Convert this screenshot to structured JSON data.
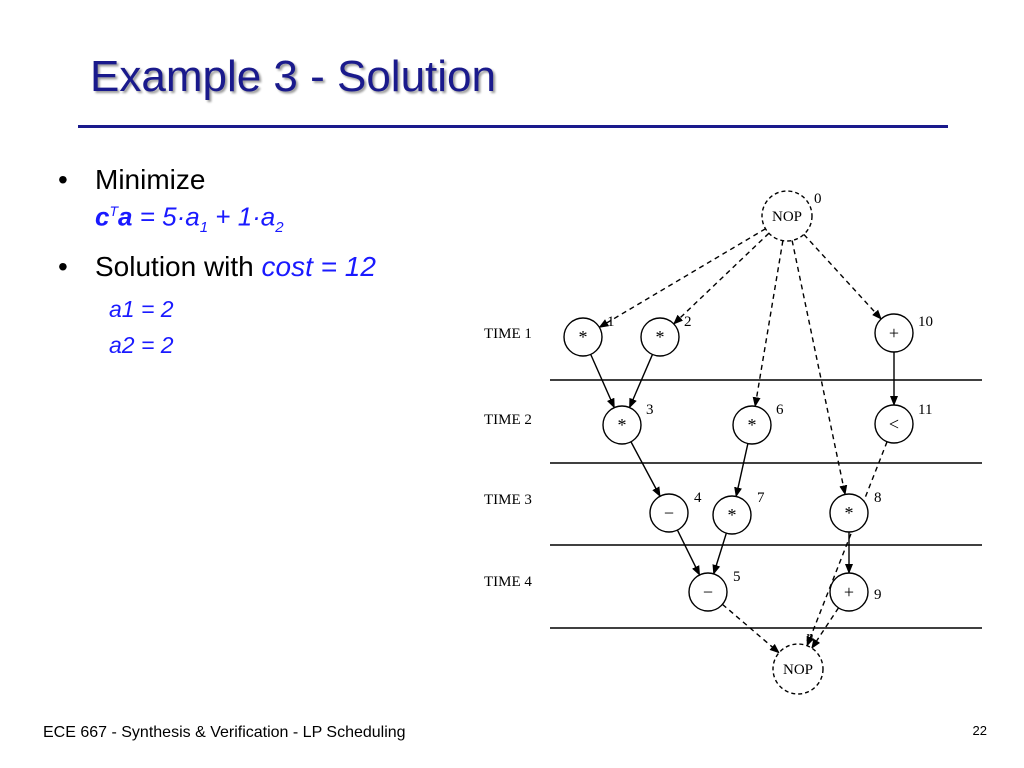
{
  "slide": {
    "title": "Example 3 - Solution",
    "bullets": [
      {
        "marker": "•",
        "text": "Minimize"
      },
      {
        "marker": "•",
        "text_prefix": "Solution with ",
        "text_highlight": "cost = 12"
      }
    ],
    "formula": {
      "c": "c",
      "sup": "T",
      "a": "a",
      "eq": " = 5·a",
      "sub1": "1",
      "mid": " + 1·a",
      "sub2": "2"
    },
    "sub_items": [
      "a1 = 2",
      "a2 = 2"
    ],
    "footer": "ECE 667 - Synthesis & Verification - LP Scheduling",
    "page_number": "22"
  },
  "diagram": {
    "time_labels": [
      "TIME 1",
      "TIME 2",
      "TIME 3",
      "TIME 4"
    ],
    "nodes": [
      {
        "id": "0",
        "op": "NOP",
        "label": "0"
      },
      {
        "id": "1",
        "op": "*",
        "label": "1"
      },
      {
        "id": "2",
        "op": "*",
        "label": "2"
      },
      {
        "id": "10",
        "op": "+",
        "label": "10"
      },
      {
        "id": "3",
        "op": "*",
        "label": "3"
      },
      {
        "id": "6",
        "op": "*",
        "label": "6"
      },
      {
        "id": "11",
        "op": "<",
        "label": "11"
      },
      {
        "id": "4",
        "op": "−",
        "label": "4"
      },
      {
        "id": "7",
        "op": "*",
        "label": "7"
      },
      {
        "id": "8",
        "op": "*",
        "label": "8"
      },
      {
        "id": "5",
        "op": "−",
        "label": "5"
      },
      {
        "id": "9",
        "op": "+",
        "label": "9"
      },
      {
        "id": "n",
        "op": "NOP",
        "label": "n"
      }
    ],
    "edges": [
      {
        "from": "0",
        "to": "1",
        "style": "dashed"
      },
      {
        "from": "0",
        "to": "2",
        "style": "dashed"
      },
      {
        "from": "0",
        "to": "6",
        "style": "dashed"
      },
      {
        "from": "0",
        "to": "8",
        "style": "dashed"
      },
      {
        "from": "0",
        "to": "10",
        "style": "dashed"
      },
      {
        "from": "1",
        "to": "3",
        "style": "solid"
      },
      {
        "from": "2",
        "to": "3",
        "style": "solid"
      },
      {
        "from": "3",
        "to": "4",
        "style": "solid"
      },
      {
        "from": "6",
        "to": "7",
        "style": "solid"
      },
      {
        "from": "4",
        "to": "5",
        "style": "solid"
      },
      {
        "from": "7",
        "to": "5",
        "style": "solid"
      },
      {
        "from": "8",
        "to": "9",
        "style": "solid"
      },
      {
        "from": "10",
        "to": "11",
        "style": "solid"
      },
      {
        "from": "5",
        "to": "n",
        "style": "dashed"
      },
      {
        "from": "9",
        "to": "n",
        "style": "dashed"
      },
      {
        "from": "11",
        "to": "n",
        "style": "dashed"
      }
    ]
  }
}
